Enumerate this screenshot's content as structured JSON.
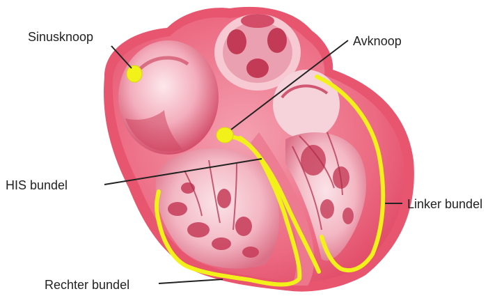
{
  "labels": {
    "sinusknoop": "Sinusknoop",
    "avknoop": "Avknoop",
    "his_bundel": "HIS bundel",
    "linker_bundel": "Linker bundel",
    "rechter_bundel": "Rechter bundel"
  },
  "colors": {
    "background": "#ffffff",
    "heart_outer": "#e8556e",
    "heart_wall": "#f07a8e",
    "chamber_inner": "#f5c6cf",
    "chamber_dark": "#c23a55",
    "conduction": "#f2f21a",
    "leader_line": "#222222",
    "label_text": "#222222"
  }
}
